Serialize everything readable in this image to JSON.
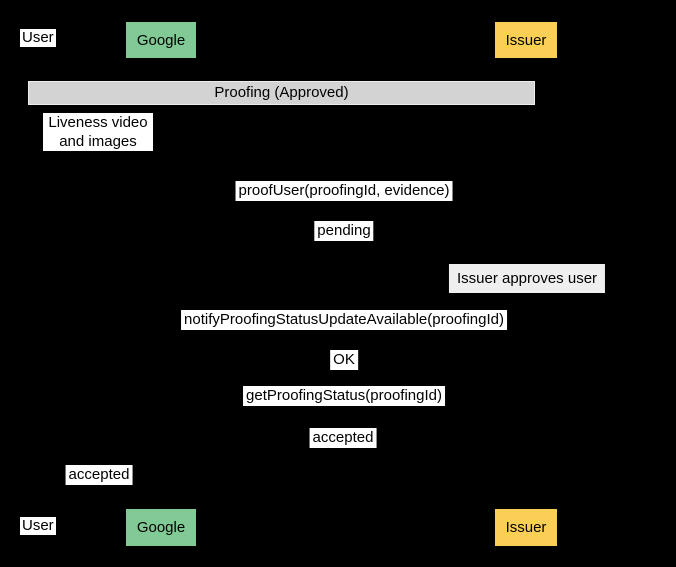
{
  "diagram_type": "sequence-diagram",
  "participants": {
    "user": {
      "label": "User"
    },
    "google": {
      "label": "Google",
      "fill": "#81C995"
    },
    "issuer": {
      "label": "Issuer",
      "fill": "#F9CF55"
    }
  },
  "section_band": {
    "label": "Proofing (Approved)",
    "fill": "#D3D3D3"
  },
  "messages": [
    {
      "text": "Liveness video and images"
    },
    {
      "text": "proofUser(proofingId, evidence)"
    },
    {
      "text": "pending"
    },
    {
      "text": "notifyProofingStatusUpdateAvailable(proofingId)"
    },
    {
      "text": "OK"
    },
    {
      "text": "getProofingStatus(proofingId)"
    },
    {
      "text": "accepted"
    },
    {
      "text": "accepted"
    }
  ],
  "note": {
    "text": "Issuer approves user",
    "fill": "#EFEFEF"
  },
  "colors": {
    "background": "#000000",
    "label_background": "#FFFFFF",
    "text": "#000000"
  }
}
